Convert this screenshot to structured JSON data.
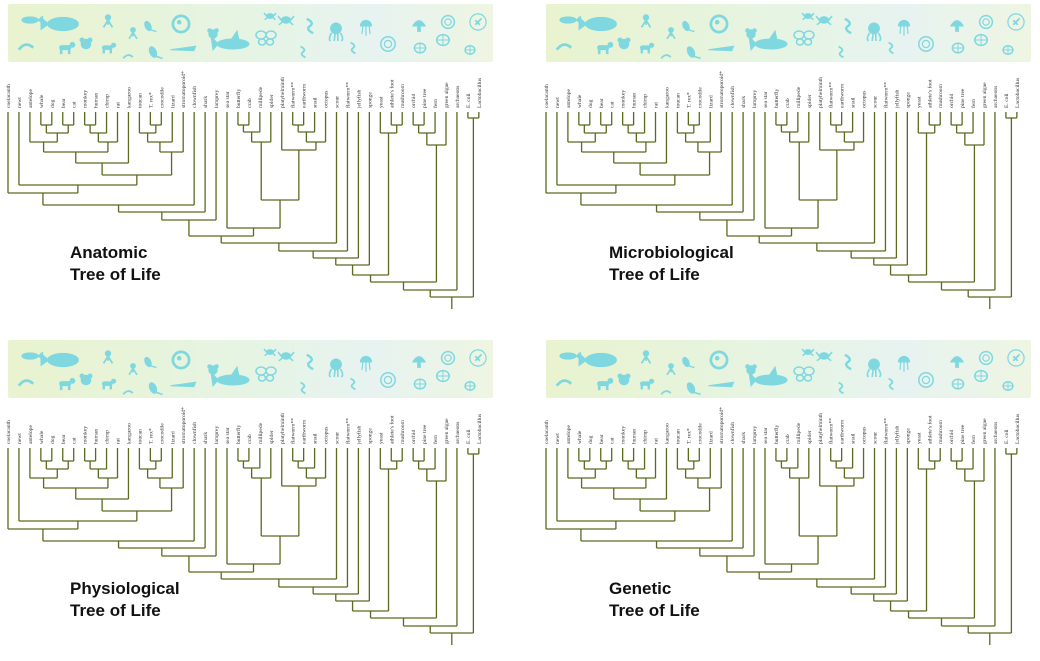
{
  "species": [
    "coelacanth",
    "newt",
    "antelope",
    "whale",
    "dog",
    "bear",
    "cat",
    "monkey",
    "human",
    "chimp",
    "rat",
    "kangaroo",
    "toucan",
    "T. rex*",
    "crocodile",
    "lizard",
    "stromatoporoid*",
    "clownfish",
    "shark",
    "lamprey",
    "sea star",
    "butterfly",
    "crab",
    "millipede",
    "spider",
    "platyhelminth",
    "flatworm**",
    "earthworm",
    "snail",
    "octopus",
    "scour",
    "flatworm**",
    "jellyfish",
    "sponge",
    "yeast",
    "athlete's foot",
    "mushroom",
    "orchid",
    "pine tree",
    "fern",
    "green algae",
    "archaeons",
    "E. coli",
    "Lactobacillus"
  ],
  "panels": [
    {
      "title_line1": "Anatomic",
      "title_line2": "Tree of Life"
    },
    {
      "title_line1": "Microbiological",
      "title_line2": "Tree of Life"
    },
    {
      "title_line1": "Physiological",
      "title_line2": "Tree of Life"
    },
    {
      "title_line1": "Genetic",
      "title_line2": "Tree of Life"
    }
  ],
  "banner_icons": [
    "coelacanth-icon",
    "whale-icon",
    "lizard-icon",
    "bear-icon",
    "dog-icon",
    "monkey-icon",
    "kangaroo-icon",
    "dinosaur-icon",
    "crocodile-icon",
    "shark-icon",
    "butterfly-icon",
    "crab-icon",
    "worm-icon",
    "octopus-icon",
    "jellyfish-icon",
    "sponge-icon",
    "mushroom-icon",
    "shell-icon",
    "bacteria-icon"
  ],
  "colors": {
    "branch": "#5a6b1f",
    "icon": "#7fd8e0",
    "banner_left": "#e9f3cf",
    "banner_right": "#e7f3f0",
    "title": "#111111"
  }
}
